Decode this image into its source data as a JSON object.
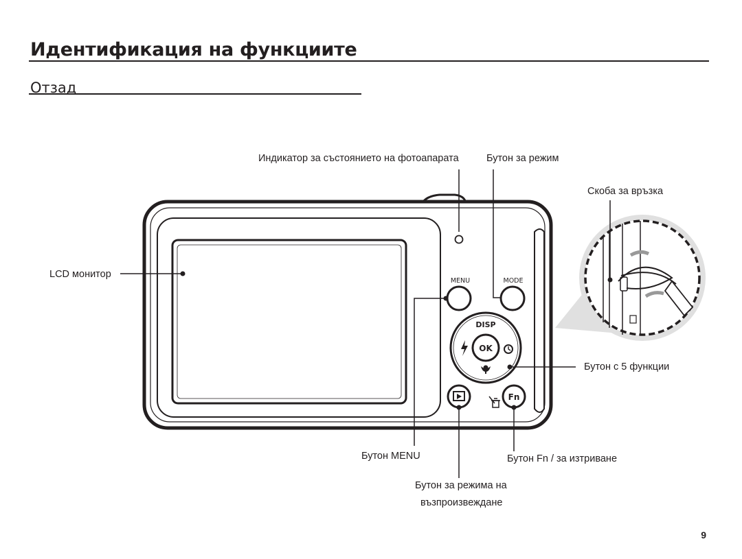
{
  "page": {
    "title": "Идентификация на функциите",
    "subtitle": "Отзад",
    "page_number": "9"
  },
  "callouts": {
    "status_lamp": "Индикатор за състоянието на фотоапарата",
    "mode_button": "Бутон за режим",
    "strap_eyelet": "Скоба за връзка",
    "lcd_monitor": "LCD монитор",
    "five_function_button": "Бутон с 5 функции",
    "menu_button": "Бутон MENU",
    "fn_delete_button": "Бутон Fn / за изтриване",
    "playback_line1": "Бутон за режима на",
    "playback_line2": "възпроизвеждане"
  },
  "camera_labels": {
    "menu": "MENU",
    "mode": "MODE",
    "disp": "DISP",
    "ok": "OK",
    "fn": "Fn"
  }
}
